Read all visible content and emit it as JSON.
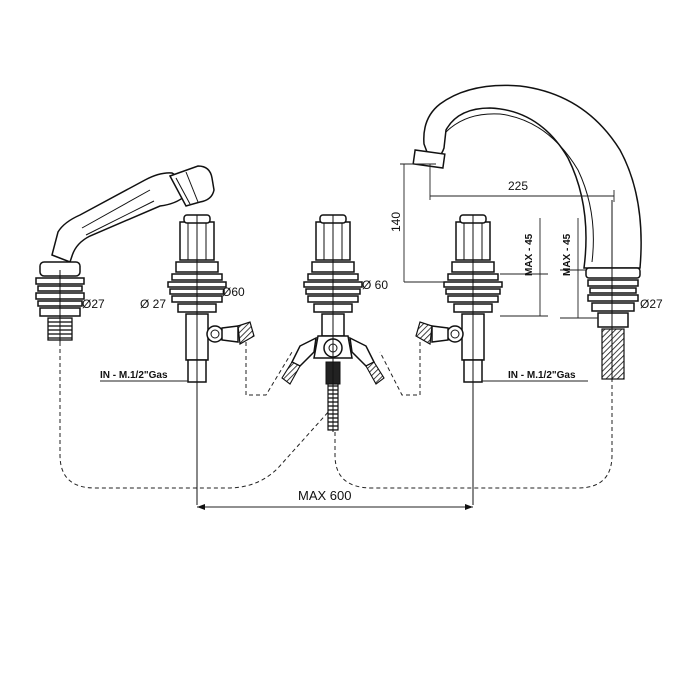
{
  "dimensions": {
    "hand_shower_diameter": "Ø27",
    "left_valve_base_diameter": "Ø 27",
    "left_valve_flange_diameter": "Ø60",
    "center_valve_flange_diameter": "Ø  60",
    "spout_diameter": "Ø27",
    "spout_projection": "225",
    "spout_height": "140",
    "right_valve_max_deck": "MAX - 45",
    "spout_max_deck": "MAX - 45",
    "overall_max_spacing": "MAX 600"
  },
  "inlet_labels": {
    "left": "IN - M.1/2\"Gas",
    "right": "IN - M.1/2\"Gas"
  }
}
